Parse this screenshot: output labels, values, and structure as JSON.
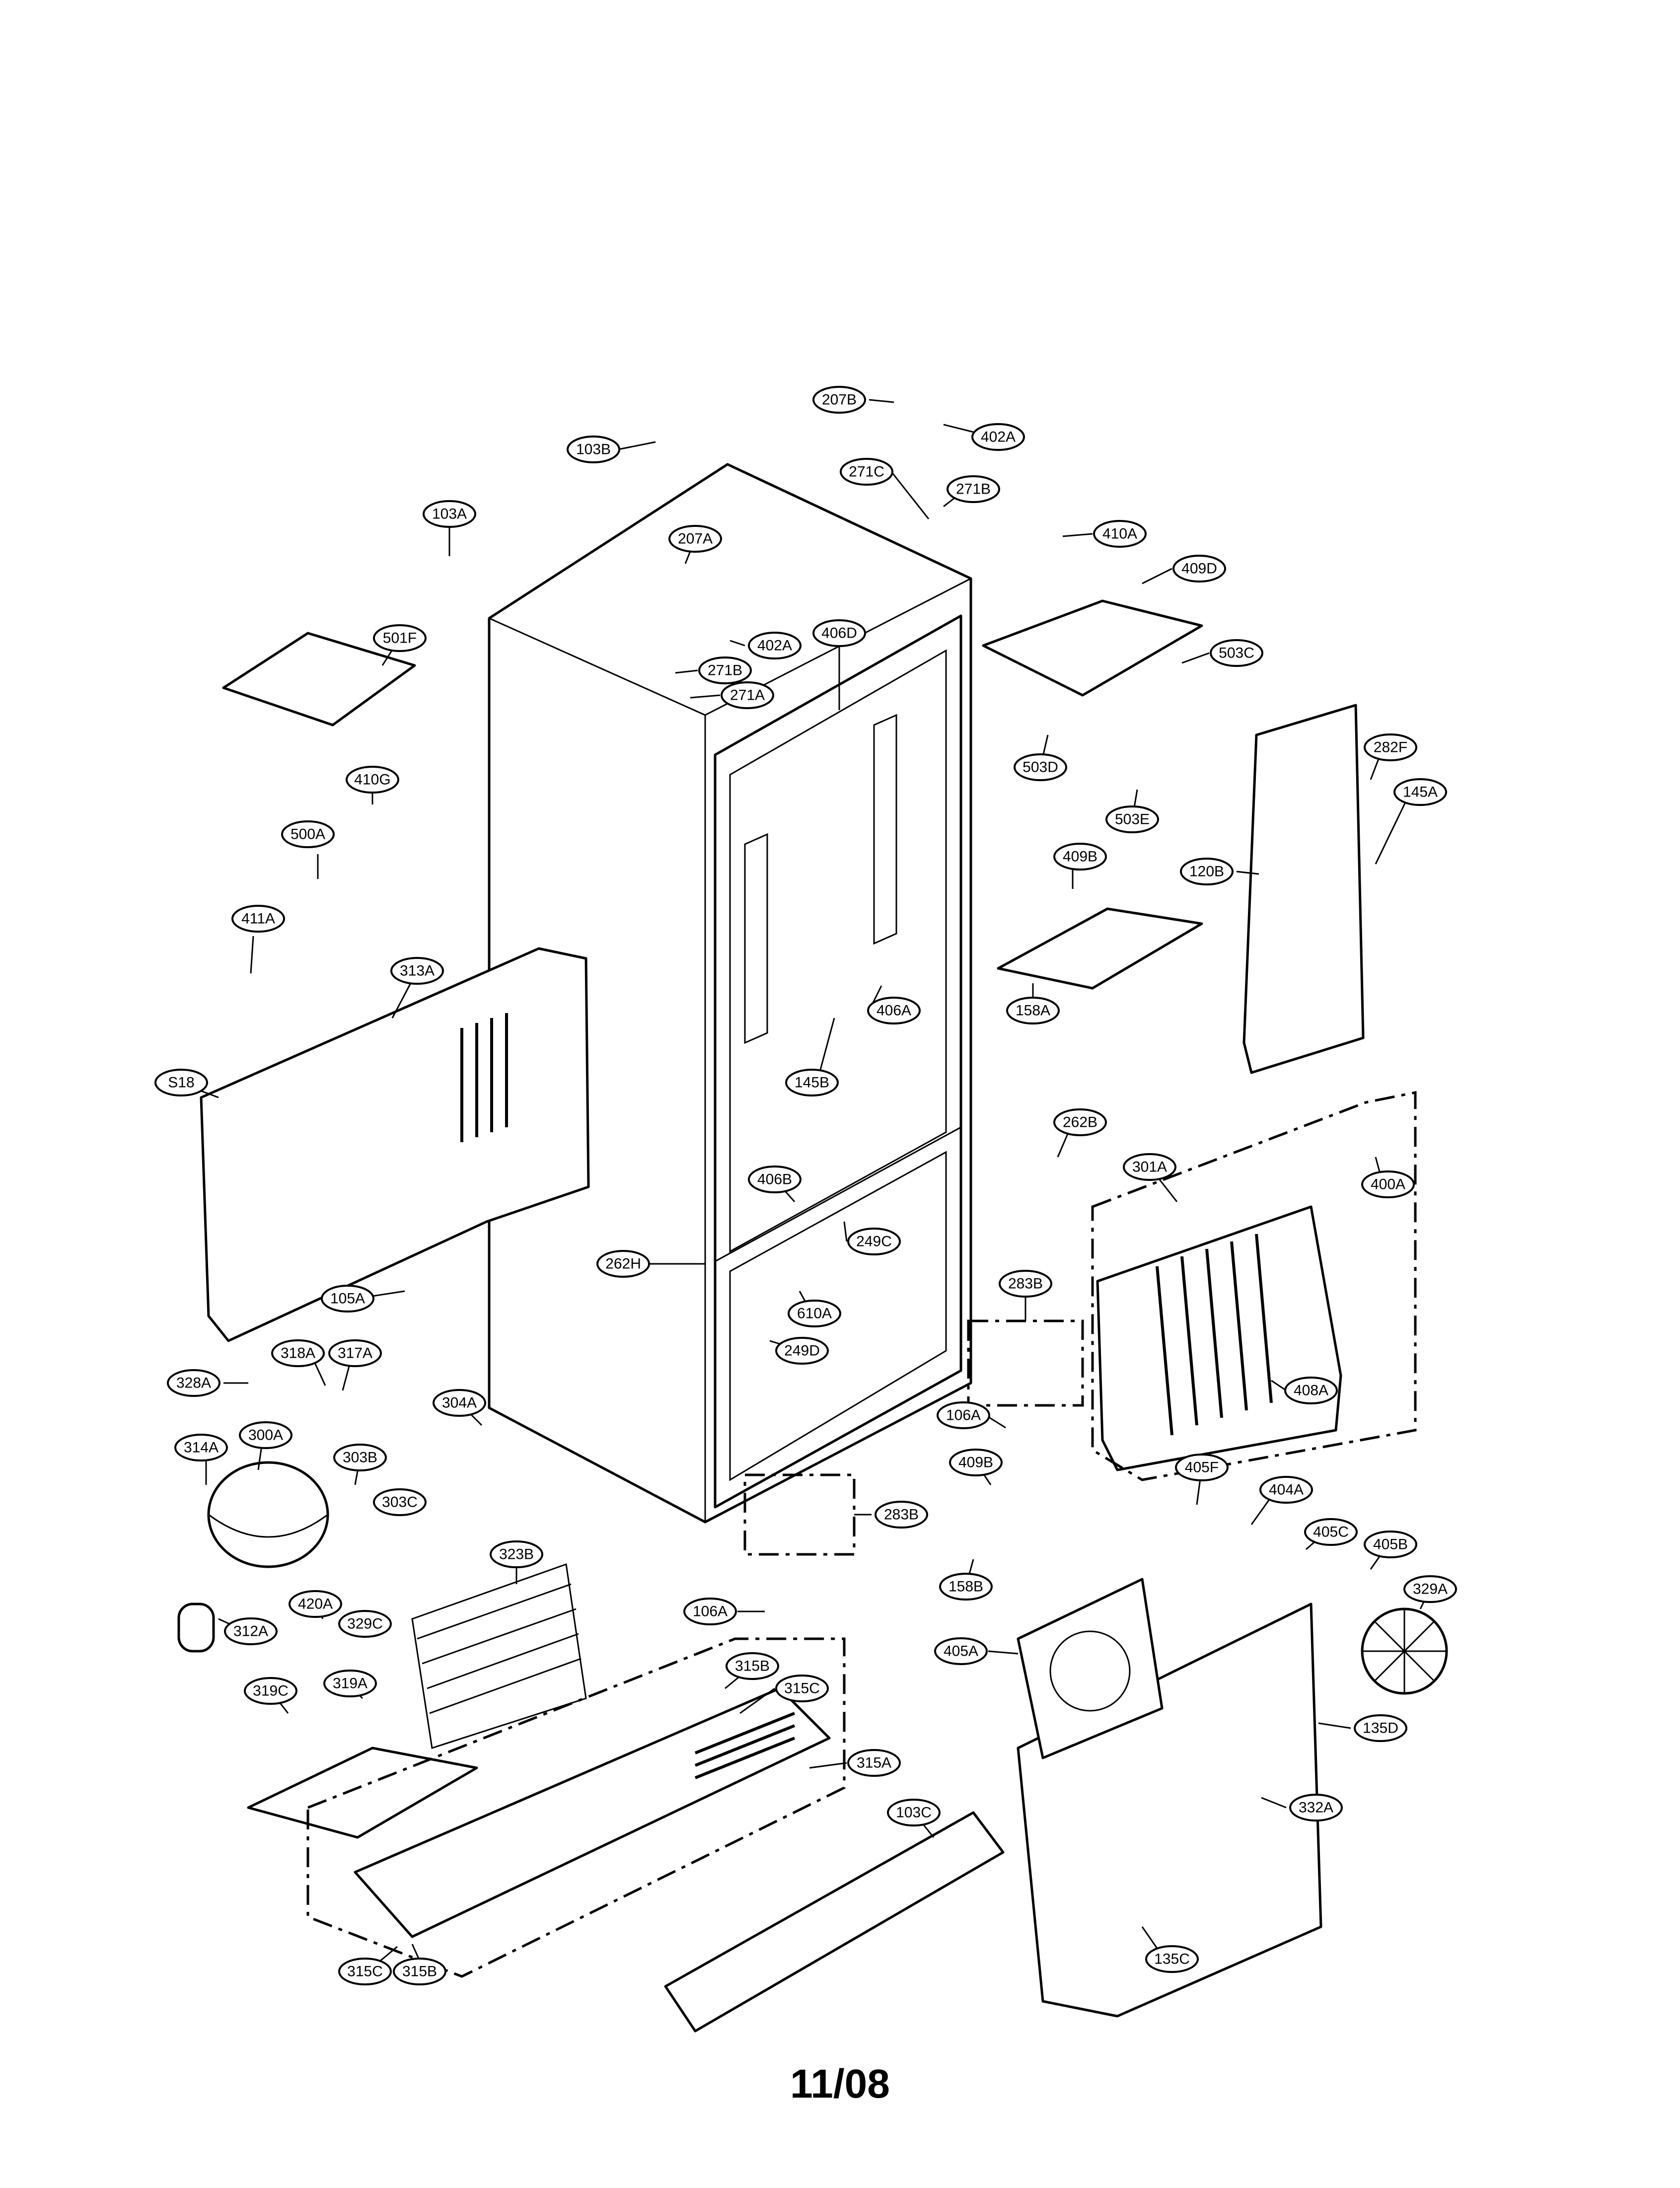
{
  "page_code": "11/08",
  "part_labels": [
    "207B",
    "402A",
    "103B",
    "271C",
    "271B",
    "410A",
    "103A",
    "207A",
    "409D",
    "406D",
    "402A",
    "501F",
    "271B",
    "503C",
    "271A",
    "282F",
    "503D",
    "410G",
    "503E",
    "145A",
    "500A",
    "409B",
    "120B",
    "411A",
    "313A",
    "406A",
    "158A",
    "S18",
    "145B",
    "262B",
    "301A",
    "406B",
    "400A",
    "262H",
    "249C",
    "283B",
    "105A",
    "610A",
    "249D",
    "318A",
    "317A",
    "328A",
    "408A",
    "304A",
    "106A",
    "314A",
    "300A",
    "409B",
    "405F",
    "303B",
    "283B",
    "404A",
    "303C",
    "405C",
    "405B",
    "323B",
    "158B",
    "329A",
    "420A",
    "106A",
    "312A",
    "329C",
    "405A",
    "315B",
    "319C",
    "319A",
    "315C",
    "135D",
    "315A",
    "103C",
    "332A",
    "315C",
    "315B",
    "135C"
  ]
}
